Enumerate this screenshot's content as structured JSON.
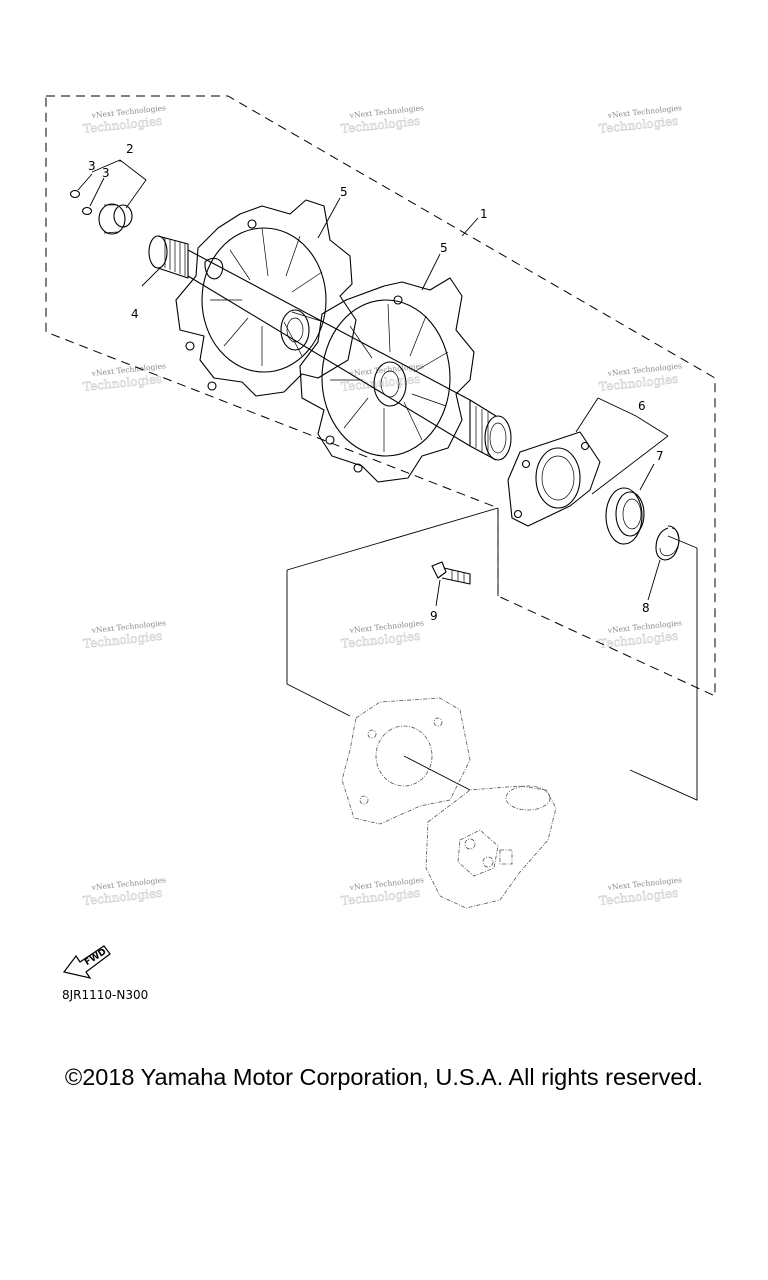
{
  "diagram": {
    "callouts": {
      "c1": "1",
      "c2": "2",
      "c3a": "3",
      "c3b": "3",
      "c4": "4",
      "c5a": "5",
      "c5b": "5",
      "c6": "6",
      "c7": "7",
      "c8": "8",
      "c9": "9"
    },
    "fwd_label": "FWD",
    "watermark": {
      "line1": "vNext Technologies",
      "line2": "Technologies"
    },
    "diagram_code": "8JR1110-N300"
  },
  "footer": {
    "copyright": "©2018 Yamaha Motor Corporation, U.S.A. All rights reserved."
  }
}
